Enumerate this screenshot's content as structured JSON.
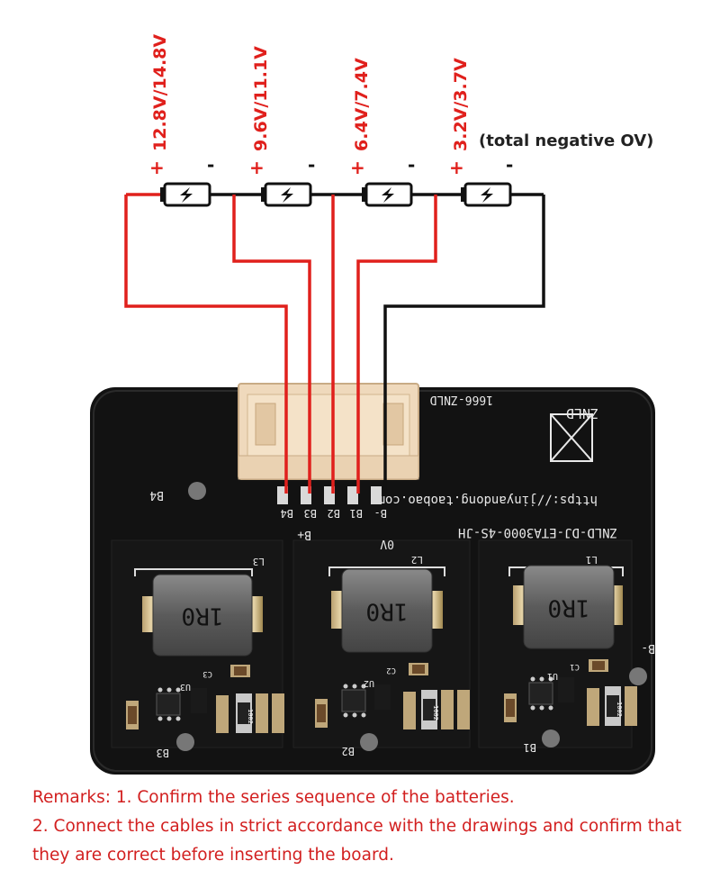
{
  "batteries": [
    {
      "voltage": "12.8V/14.8V",
      "plus": "+",
      "minus": "-"
    },
    {
      "voltage": "9.6V/11.1V",
      "plus": "+",
      "minus": "-"
    },
    {
      "voltage": "6.4V/7.4V",
      "plus": "+",
      "minus": "-"
    },
    {
      "voltage": "3.2V/3.7V",
      "plus": "+",
      "minus": "-"
    }
  ],
  "battery_icon": "battery-bolt-icon",
  "negative_note": "(total negative OV)",
  "wire_colors": {
    "positive": "#e0201c",
    "negative": "#111111"
  },
  "board": {
    "brand_mark": "ZNLD",
    "serial": "1666-ZNLD",
    "url": "https://jinyandong.taobao.com",
    "model": "ZNLD-DJ-ETA3000-4S-JH",
    "pin_labels": [
      "B4",
      "B3",
      "B2",
      "B1",
      "B-"
    ],
    "label_bplus": "B+",
    "label_0v": "0V",
    "label_b4": "B4",
    "label_bminus": "B-",
    "inductors": [
      {
        "marking": "1R0",
        "ref": "L3"
      },
      {
        "marking": "1R0",
        "ref": "L2"
      },
      {
        "marking": "1R0",
        "ref": "L1"
      }
    ],
    "chips": [
      "U3",
      "U2",
      "U1"
    ],
    "caps": [
      "C3",
      "C2",
      "C1"
    ],
    "resistor_code": "1002",
    "cell_refs": [
      "B3",
      "B2",
      "B1"
    ]
  },
  "remarks": [
    "Remarks: 1. Confirm the series sequence of the batteries.",
    "2. Connect the cables in strict accordance with the drawings and confirm that",
    "they are correct before inserting the board."
  ]
}
